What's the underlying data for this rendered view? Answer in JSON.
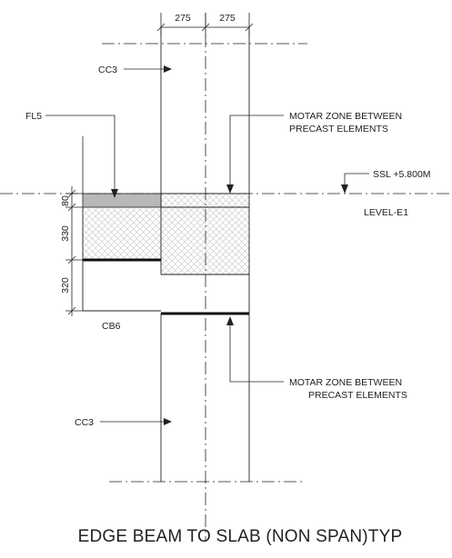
{
  "title": "EDGE BEAM TO SLAB (NON SPAN)TYP",
  "dimensions": {
    "top_left": "275",
    "top_right": "275",
    "v_top": "80",
    "v_mid": "330",
    "v_bottom": "320"
  },
  "labels": {
    "cc3_top": "CC3",
    "cc3_bottom": "CC3",
    "fl5": "FL5",
    "cb6": "CB6",
    "ssl": "SSL +5.800M",
    "level": "LEVEL-E1",
    "motar_top_line1": "MOTAR ZONE BETWEEN",
    "motar_top_line2": "PRECAST ELEMENTS",
    "motar_bottom_line1": "MOTAR ZONE BETWEEN",
    "motar_bottom_line2": "PRECAST ELEMENTS"
  },
  "colors": {
    "line": "#222222",
    "hatch": "#bdbdbd",
    "topping": "#b8b8b8"
  }
}
